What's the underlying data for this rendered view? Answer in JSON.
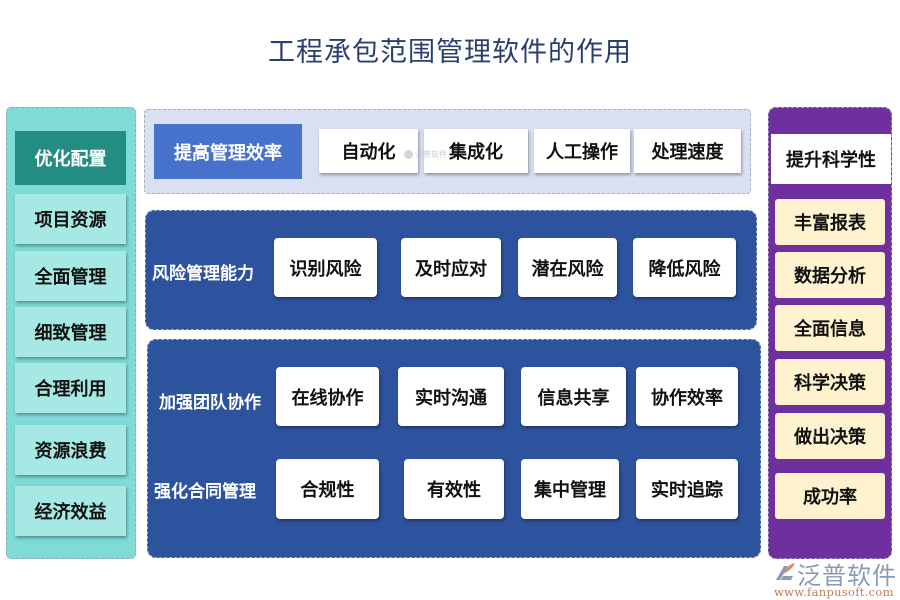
{
  "title": "工程承包范围管理软件的作用",
  "left": {
    "heading": "优化配置",
    "items": [
      "项目资源",
      "全面管理",
      "细致管理",
      "合理利用",
      "资源浪费",
      "经济效益"
    ]
  },
  "efficiency": {
    "heading": "提高管理效率",
    "items": [
      "自动化",
      "集成化",
      "人工操作",
      "处理速度"
    ]
  },
  "risk": {
    "heading": "风险管理能力",
    "items": [
      "识别风险",
      "及时应对",
      "潜在风险",
      "降低风险"
    ]
  },
  "team": {
    "heading": "加强团队协作",
    "items": [
      "在线协作",
      "实时沟通",
      "信息共享",
      "协作效率"
    ]
  },
  "contract": {
    "heading": "强化合同管理",
    "items": [
      "合规性",
      "有效性",
      "集中管理",
      "实时追踪"
    ]
  },
  "right": {
    "heading": "提升科学性",
    "items": [
      "丰富报表",
      "数据分析",
      "全面信息",
      "科学决策",
      "做出决策",
      "成功率"
    ]
  },
  "watermark": {
    "small_text": "泛普软件",
    "brand_name": "泛普软件",
    "brand_url": "www.fanpusoft.com"
  },
  "colors": {
    "title": "#2a3f6e",
    "left_panel": "#7fdbd6",
    "left_heading": "#238d82",
    "left_item": "#a6e8e3",
    "top_band": "#d8e0f2",
    "top_heading": "#4772cc",
    "blue_panel": "#2d539e",
    "right_panel": "#6f2f9f",
    "right_item": "#fef2cf"
  }
}
